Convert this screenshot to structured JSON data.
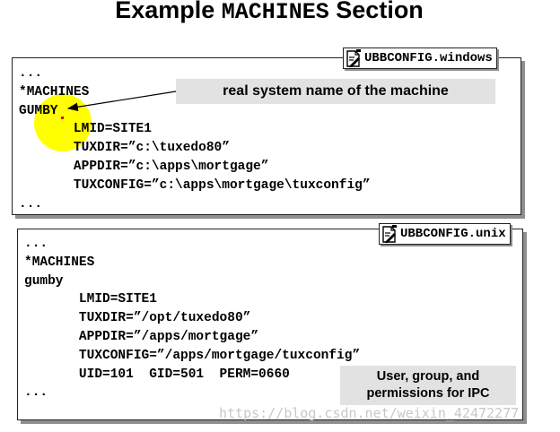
{
  "title": {
    "before": "Example ",
    "mono": "MACHINES",
    "after": " Section"
  },
  "windows_panel": {
    "filename": "UBBCONFIG.windows",
    "code": "...\n*MACHINES\nGUMBY\n       LMID=SITE1\n       TUXDIR=”c:\\tuxedo80”\n       APPDIR=”c:\\apps\\mortgage”\n       TUXCONFIG=”c:\\apps\\mortgage\\tuxconfig”\n...",
    "callout": "real system name of the machine",
    "highlight_color": "#ffff00"
  },
  "unix_panel": {
    "filename": "UBBCONFIG.unix",
    "code": "...\n*MACHINES\ngumby\n       LMID=SITE1\n       TUXDIR=”/opt/tuxedo80”\n       APPDIR=”/apps/mortgage”\n       TUXCONFIG=”/apps/mortgage/tuxconfig”\n       UID=101  GID=501  PERM=0660\n...",
    "callout_line1": "User, group, and",
    "callout_line2": "permissions for IPC"
  },
  "icons": {
    "file": "document-edit-icon"
  },
  "watermark": "https://blog.csdn.net/weixin_42472277"
}
